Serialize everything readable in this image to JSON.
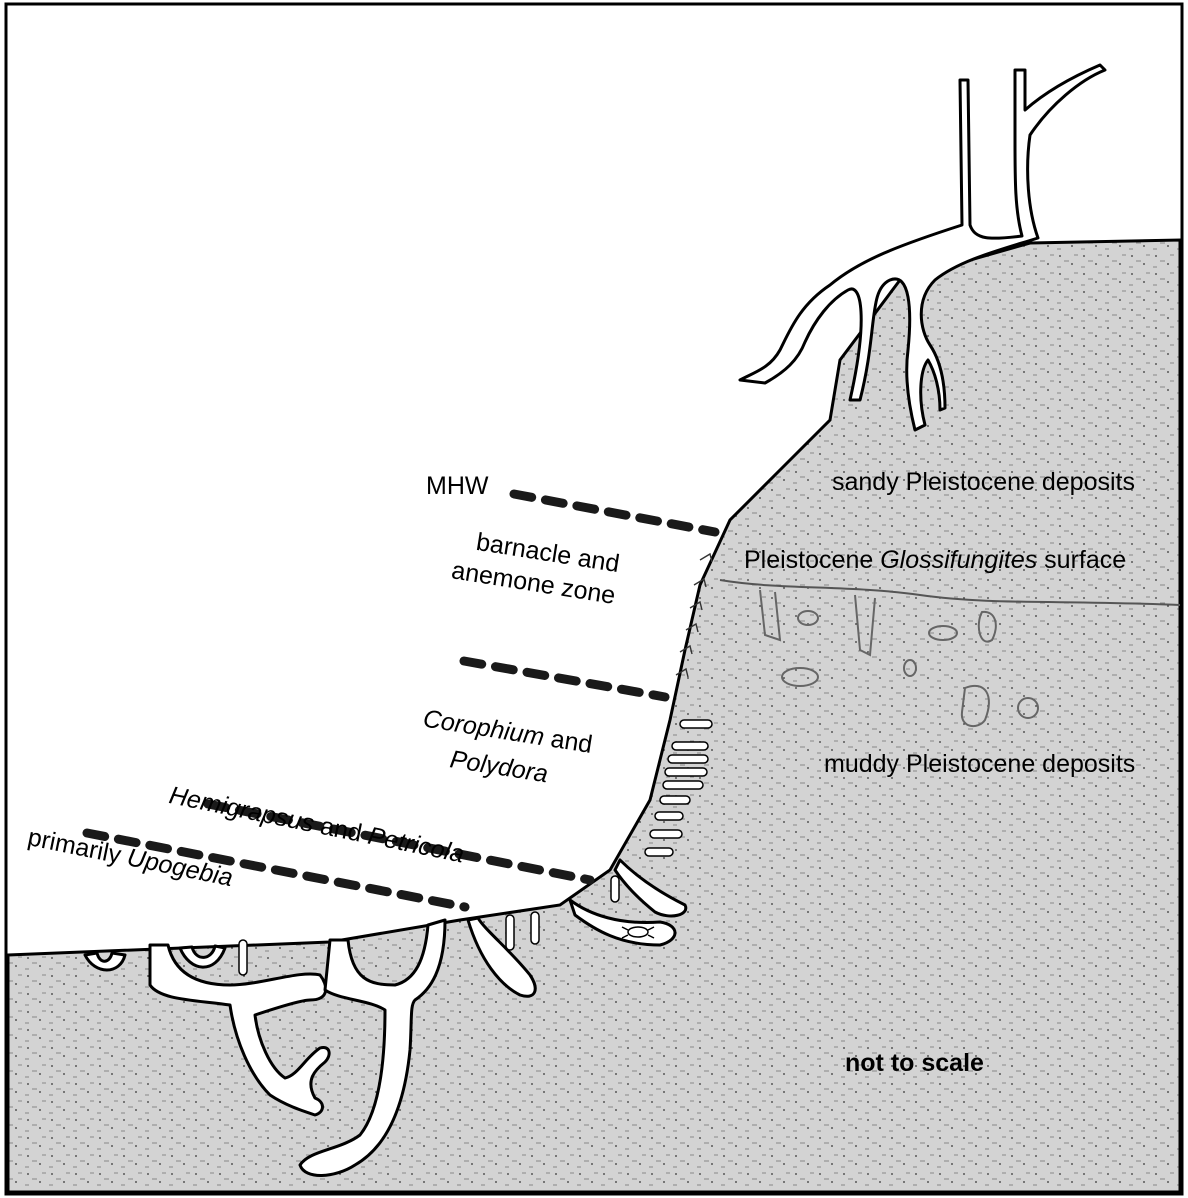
{
  "colors": {
    "sediment_fill": "#d3d3d3",
    "outline": "#000000",
    "burrow_fill": "#ffffff",
    "background": "#ffffff"
  },
  "labels": {
    "mhw": "MHW",
    "barnacle_line1": "barnacle and",
    "barnacle_line2": "anemone zone",
    "corophium_italic": "Corophium",
    "corophium_and": " and",
    "polydora": "Polydora",
    "hemigrapsus_italic": "Hemigrapsus",
    "hemigrapsus_and": " and ",
    "petricola_italic": "Petricola",
    "upogebia_prefix": "primarily ",
    "upogebia_italic": "Upogebia",
    "sandy_deposits": "sandy Pleistocene deposits",
    "glossifungites_prefix": "Pleistocene ",
    "glossifungites_italic": "Glossifungites",
    "glossifungites_suffix": " surface",
    "muddy_deposits": "muddy Pleistocene deposits",
    "scale_note": "not to scale"
  },
  "icons": [
    "tree-icon",
    "crab-icon",
    "barnacle-icon"
  ]
}
